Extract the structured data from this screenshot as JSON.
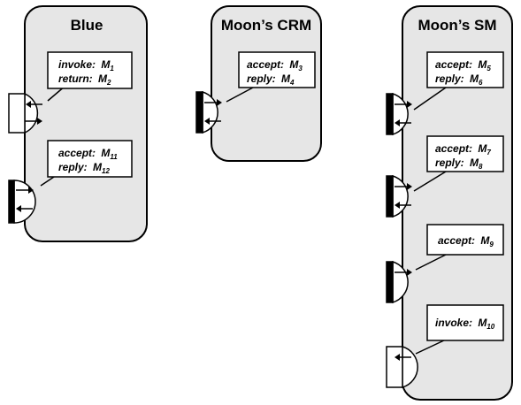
{
  "components": [
    {
      "id": "blue",
      "title": "Blue",
      "ports": [
        {
          "kind": "open",
          "arrows": [
            "in",
            "out"
          ],
          "operations": [
            {
              "keyword": "invoke:",
              "msg": "M",
              "sub": "1"
            },
            {
              "keyword": "return:",
              "msg": "M",
              "sub": "2"
            }
          ]
        },
        {
          "kind": "filled",
          "arrows": [
            "out",
            "in"
          ],
          "operations": [
            {
              "keyword": "accept:",
              "msg": "M",
              "sub": "11"
            },
            {
              "keyword": "reply:",
              "msg": "M",
              "sub": "12"
            }
          ]
        }
      ]
    },
    {
      "id": "moons-crm",
      "title": "Moon’s CRM",
      "ports": [
        {
          "kind": "filled",
          "arrows": [
            "out",
            "in"
          ],
          "operations": [
            {
              "keyword": "accept:",
              "msg": "M",
              "sub": "3"
            },
            {
              "keyword": "reply:",
              "msg": "M",
              "sub": "4"
            }
          ]
        }
      ]
    },
    {
      "id": "moons-sm",
      "title": "Moon’s SM",
      "ports": [
        {
          "kind": "filled",
          "arrows": [
            "out",
            "in"
          ],
          "operations": [
            {
              "keyword": "accept:",
              "msg": "M",
              "sub": "5"
            },
            {
              "keyword": "reply:",
              "msg": "M",
              "sub": "6"
            }
          ]
        },
        {
          "kind": "filled",
          "arrows": [
            "out",
            "in"
          ],
          "operations": [
            {
              "keyword": "accept:",
              "msg": "M",
              "sub": "7"
            },
            {
              "keyword": "reply:",
              "msg": "M",
              "sub": "8"
            }
          ]
        },
        {
          "kind": "filled",
          "arrows": [
            "out"
          ],
          "operations": [
            {
              "keyword": "accept:",
              "msg": "M",
              "sub": "9"
            }
          ]
        },
        {
          "kind": "open",
          "arrows": [
            "in"
          ],
          "operations": [
            {
              "keyword": "invoke:",
              "msg": "M",
              "sub": "10"
            }
          ]
        }
      ]
    }
  ],
  "colors": {
    "component_fill": "#e6e6e6",
    "outline": "#000000",
    "label_fill": "#ffffff"
  }
}
